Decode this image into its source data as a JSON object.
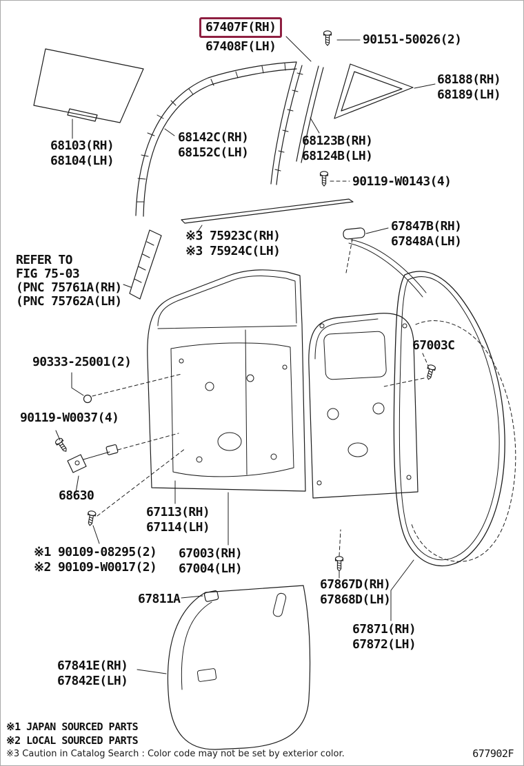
{
  "colors": {
    "highlight_box": "#8e1f41",
    "line": "#1b1b1b",
    "text": "#101010",
    "page_border": "#a8a8a8",
    "background": "#ffffff"
  },
  "diagram": {
    "code": "677902F"
  },
  "parts": {
    "p67407": {
      "rh": "67407F(RH)",
      "lh": "67408F(LH)"
    },
    "p90151": {
      "num": "90151-50026(2)"
    },
    "p68188": {
      "rh": "68188(RH)",
      "lh": "68189(LH)"
    },
    "p68103": {
      "rh": "68103(RH)",
      "lh": "68104(LH)"
    },
    "p68142": {
      "rh": "68142C(RH)",
      "lh": "68152C(LH)"
    },
    "p68123": {
      "rh": "68123B(RH)",
      "lh": "68124B(LH)"
    },
    "p90119w0143": {
      "num": "90119-W0143(4)"
    },
    "p75923": {
      "rh": "※3 75923C(RH)",
      "lh": "※3 75924C(LH)"
    },
    "p67847": {
      "rh": "67847B(RH)",
      "lh": "67848A(LH)"
    },
    "refer": {
      "l1": "REFER TO",
      "l2": "FIG 75-03",
      "l3": "(PNC 75761A(RH)",
      "l4": "(PNC 75762A(LH)"
    },
    "p90333": {
      "num": "90333-25001(2)"
    },
    "p90119w0037": {
      "num": "90119-W0037(4)"
    },
    "p68630": {
      "num": "68630"
    },
    "p67113": {
      "rh": "67113(RH)",
      "lh": "67114(LH)"
    },
    "p90109": {
      "l1": "※1 90109-08295(2)",
      "l2": "※2 90109-W0017(2)"
    },
    "p67003": {
      "rh": "67003(RH)",
      "lh": "67004(LH)"
    },
    "p67811": {
      "num": "67811A"
    },
    "p67867": {
      "rh": "67867D(RH)",
      "lh": "67868D(LH)"
    },
    "p67871": {
      "rh": "67871(RH)",
      "lh": "67872(LH)"
    },
    "p67841": {
      "rh": "67841E(RH)",
      "lh": "67842E(LH)"
    },
    "p67003c": {
      "num": "67003C"
    }
  },
  "footnotes": {
    "f1": "※1 JAPAN SOURCED PARTS",
    "f2": "※2 LOCAL SOURCED PARTS",
    "f3": "※3 Caution in Catalog Search : Color code may not be set by exterior color."
  }
}
